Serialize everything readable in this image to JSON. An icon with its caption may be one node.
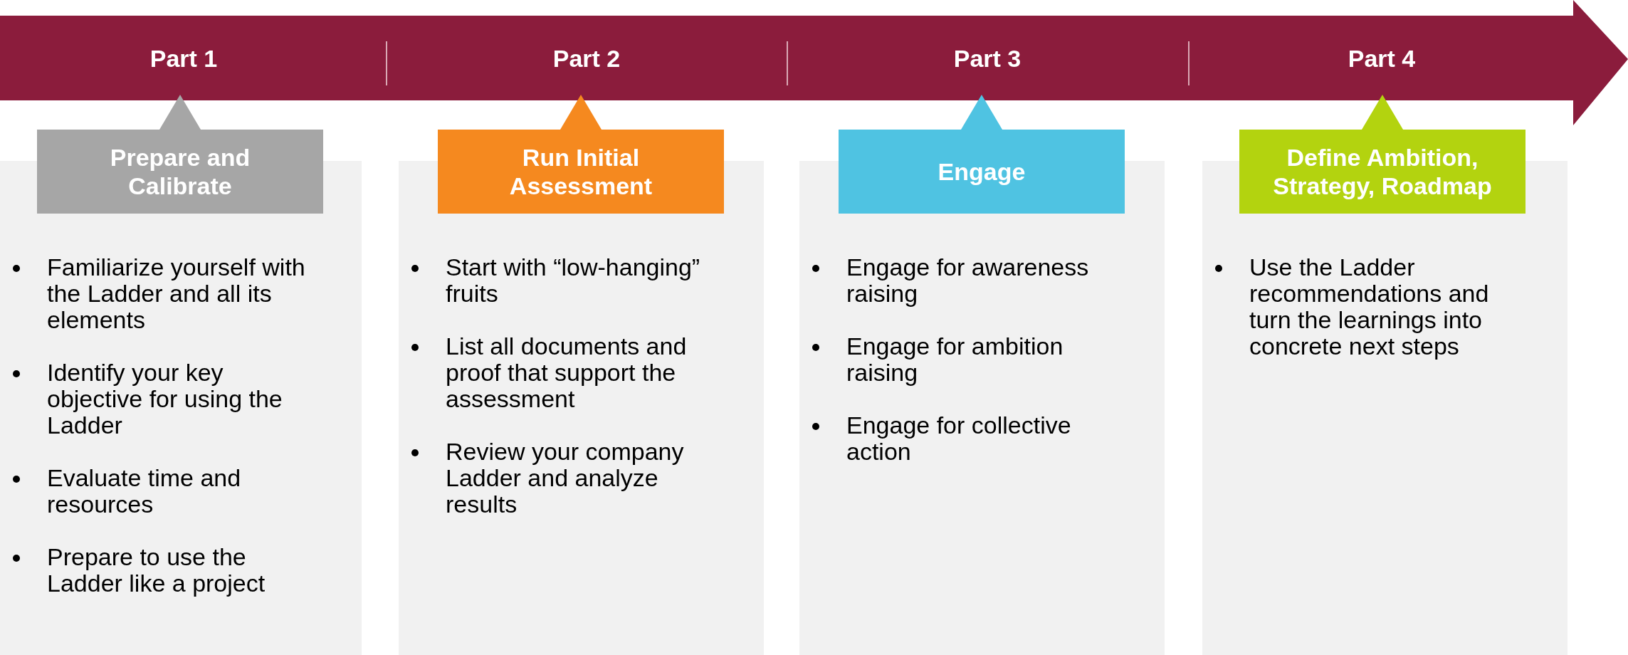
{
  "diagram": {
    "nodes": [
      {
        "text": [
          "Part 1",
          "Part 2",
          "Part 3",
          "Part 4"
        ]
      },
      {
        "text": [
          "Prepare and Calibrate"
        ]
      },
      {
        "text": [
          "Familiarize yourself with the Ladder and all its elements",
          "Identify your key objective for using the Ladder",
          "Evaluate time and resources",
          "Prepare to use the Ladder like a project"
        ]
      },
      {
        "text": [
          "Run Initial Assessment"
        ]
      },
      {
        "text": [
          "Start with “low-hanging” fruits",
          "List all documents and proof that support the assessment",
          "Review your company Ladder and analyze results"
        ]
      },
      {
        "text": [
          "Engage"
        ]
      },
      {
        "text": [
          "Engage for awareness raising",
          "Engage for ambition raising",
          "Engage for collective action"
        ]
      },
      {
        "text": [
          "Define Ambition, Strategy, Roadmap"
        ]
      },
      {
        "text": [
          "Use the Ladder recommendations and turn the learnings into concrete next steps"
        ]
      }
    ],
    "edges": []
  }
}
